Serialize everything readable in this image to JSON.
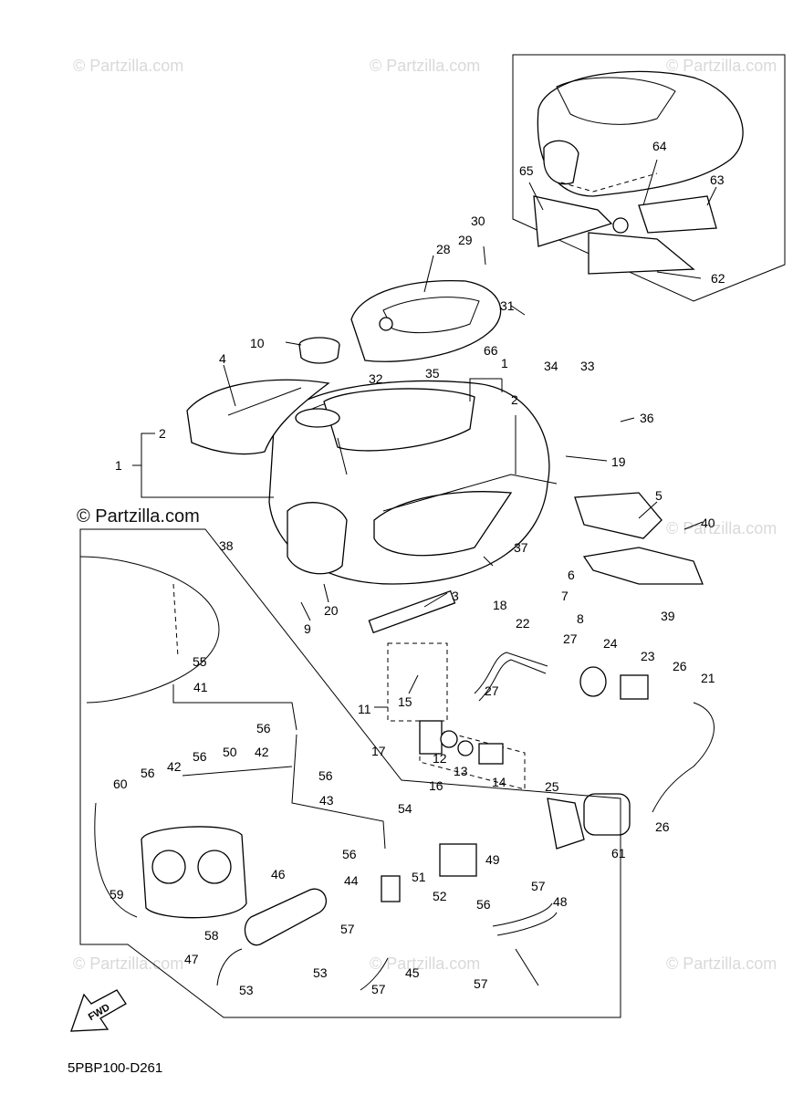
{
  "diagram": {
    "code": "5PBP100-D261",
    "watermark": "© Partzilla.com",
    "fwd_label": "FWD",
    "callouts": [
      "1",
      "2",
      "3",
      "4",
      "5",
      "6",
      "7",
      "8",
      "9",
      "10",
      "11",
      "12",
      "13",
      "14",
      "15",
      "16",
      "17",
      "18",
      "19",
      "20",
      "21",
      "22",
      "23",
      "24",
      "25",
      "26",
      "27",
      "28",
      "29",
      "30",
      "31",
      "32",
      "33",
      "34",
      "35",
      "36",
      "37",
      "38",
      "39",
      "40",
      "41",
      "42",
      "43",
      "44",
      "45",
      "46",
      "47",
      "48",
      "49",
      "50",
      "51",
      "52",
      "53",
      "54",
      "55",
      "56",
      "57",
      "58",
      "59",
      "60",
      "61",
      "62",
      "63",
      "64",
      "65",
      "66"
    ]
  }
}
